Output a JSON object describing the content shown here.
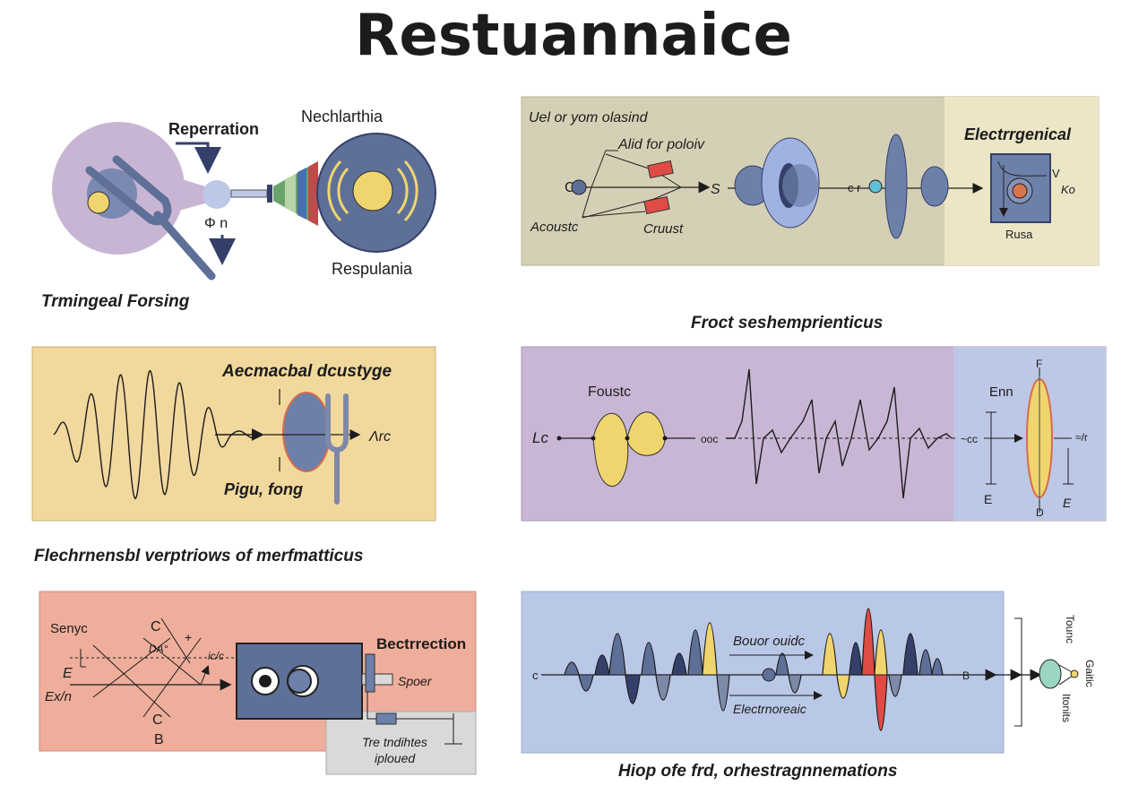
{
  "title": "Restuannaice",
  "colors": {
    "purple": "#c8b5d3",
    "blue": "#6d80aa",
    "slate": "#5f7098",
    "yellow": "#f0d56e",
    "khaki": "#d5d0b5",
    "peach": "#f1d89d",
    "lilac": "#c9b6d4",
    "periwinkle": "#bcc8e6",
    "salmon": "#eeae9b",
    "lightblue": "#b9c8e6",
    "red": "#e04b45",
    "navy": "#34406a"
  },
  "panel1": {
    "label_top": "Reperration",
    "label_right_top": "Nechlarthia",
    "label_arrow": "Φ n",
    "label_right_bottom": "Respulania",
    "caption": "Trmingeal Forsing"
  },
  "panel2": {
    "label_top": "Uel or yom olasind",
    "label_sub": "Alid for poloiv",
    "label_c": "C",
    "label_s": "S",
    "label_acoustic": "Acoustc",
    "label_cruust": "Cruust",
    "label_cr": "c r",
    "label_title": "Electrrgenical",
    "label_v": "V",
    "label_ko": "Ko",
    "label_rusa": "Rusa",
    "caption": "Froct seshemprienticus"
  },
  "panel3": {
    "label_title": "Aecmacbal dcustyge",
    "label_arc": "Λrc",
    "label_bottom": "Pigu, fong",
    "caption": "Flechrnensbl verptriows of merfmatticus"
  },
  "panel4": {
    "label_foustc": "Foustc",
    "label_lc": "Lc",
    "label_ooc": "ooc",
    "label_enn": "Enn",
    "label_f": "F",
    "label_d": "D",
    "label_e_left": "E",
    "label_e_right": "E",
    "label_cc": "~cc",
    "label_slash": "≈/r"
  },
  "panel5": {
    "label_senyc": "Senyc",
    "label_c_top": "C",
    "label_plus": "+",
    "label_dao": "DA°",
    "label_ic": "ic/c",
    "label_e": "E",
    "label_exn": "Ex/n",
    "label_c_bottom": "C",
    "label_b": "B",
    "label_title": "Bectrrection",
    "label_spoer": "Spoer",
    "label_box": "Tre tndihtes",
    "label_box2": "iploued"
  },
  "panel6": {
    "label_c": "c",
    "label_bouor": "Bouor ouidc",
    "label_electro": "Electrnoreaic",
    "label_b": "B",
    "label_tounc": "Tounc",
    "label_gaitic": "Gaitic",
    "label_itonits": "Itonits",
    "caption": "Hiop ofe frd, orhestragnnemations"
  }
}
